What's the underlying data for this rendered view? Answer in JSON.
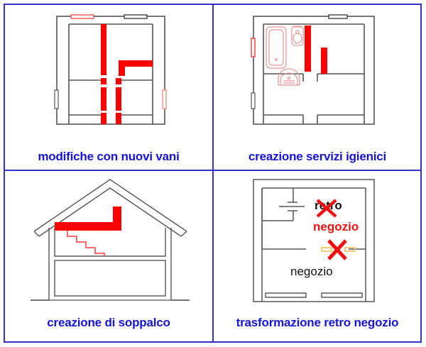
{
  "figure": {
    "background": "#ffffff",
    "frame_color": "#3333cc",
    "caption_color": "#1414dd",
    "wall_color": "#555555",
    "new_work_color": "#ff0000",
    "fixture_color": "#e8a0a0"
  },
  "quadrants": [
    {
      "id": "modifiche-con-nuovi-vani",
      "caption": "modifiche con nuovi vani",
      "drawing_type": "floor-plan",
      "description": "Pianta con nuove aperture e tramezzi in rosso",
      "openings": [
        {
          "name": "finestra-nuova-alto-sinistra",
          "color": "#ff0000"
        },
        {
          "name": "finestra-esistente-alto-destra",
          "color": "#555555"
        },
        {
          "name": "finestra-esistente-sinistra",
          "color": "#555555"
        },
        {
          "name": "finestra-nuova-destra",
          "color": "#ff9999"
        }
      ]
    },
    {
      "id": "creazione-servizi-igienici",
      "caption": "creazione servizi igienici",
      "drawing_type": "floor-plan",
      "description": "Pianta con bagno nuovo: vasca, wc, lavabo e tramezzi rossi",
      "fixtures": [
        {
          "name": "vasca-da-bagno"
        },
        {
          "name": "wc"
        },
        {
          "name": "lavabo"
        }
      ],
      "openings": [
        {
          "name": "finestra-esistente-alto",
          "color": "#555555"
        },
        {
          "name": "finestra-nuova-sinistra-alto",
          "color": "#ff0000"
        },
        {
          "name": "finestra-esistente-sinistra-basso",
          "color": "#555555"
        }
      ]
    },
    {
      "id": "creazione-di-soppalco",
      "caption": "creazione di soppalco",
      "drawing_type": "section",
      "description": "Sezione con tetto a capanna, soppalco rosso e scala",
      "stair_steps": 6
    },
    {
      "id": "trasformazione-retro-negozio",
      "caption": "trasformazione retro negozio",
      "drawing_type": "floor-plan",
      "description": "Pianta negozio con retro trasformato",
      "labels": [
        {
          "name": "label-retro",
          "text": "retro",
          "color": "#111111",
          "struck": true
        },
        {
          "name": "label-negozio-nuovo",
          "text": "negozio",
          "color": "#ee1111",
          "struck": false
        },
        {
          "name": "label-negozio-esistente",
          "text": "negozio",
          "color": "#111111",
          "struck": false
        }
      ],
      "markers": [
        {
          "name": "x-marker-retro",
          "color": "#ee1111"
        },
        {
          "name": "x-marker-porta",
          "color": "#ee1111"
        }
      ]
    }
  ]
}
